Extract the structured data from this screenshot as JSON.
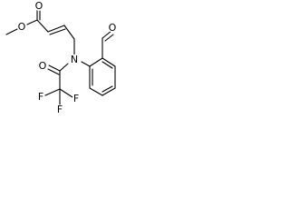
{
  "structure": {
    "atoms": {
      "ester_carbonyl_oxygen": "O",
      "ester_ether_oxygen": "O",
      "nitrogen": "N",
      "aldehyde_oxygen": "O",
      "amide_oxygen": "O",
      "fluorine_1": "F",
      "fluorine_2": "F",
      "fluorine_3": "F"
    }
  }
}
